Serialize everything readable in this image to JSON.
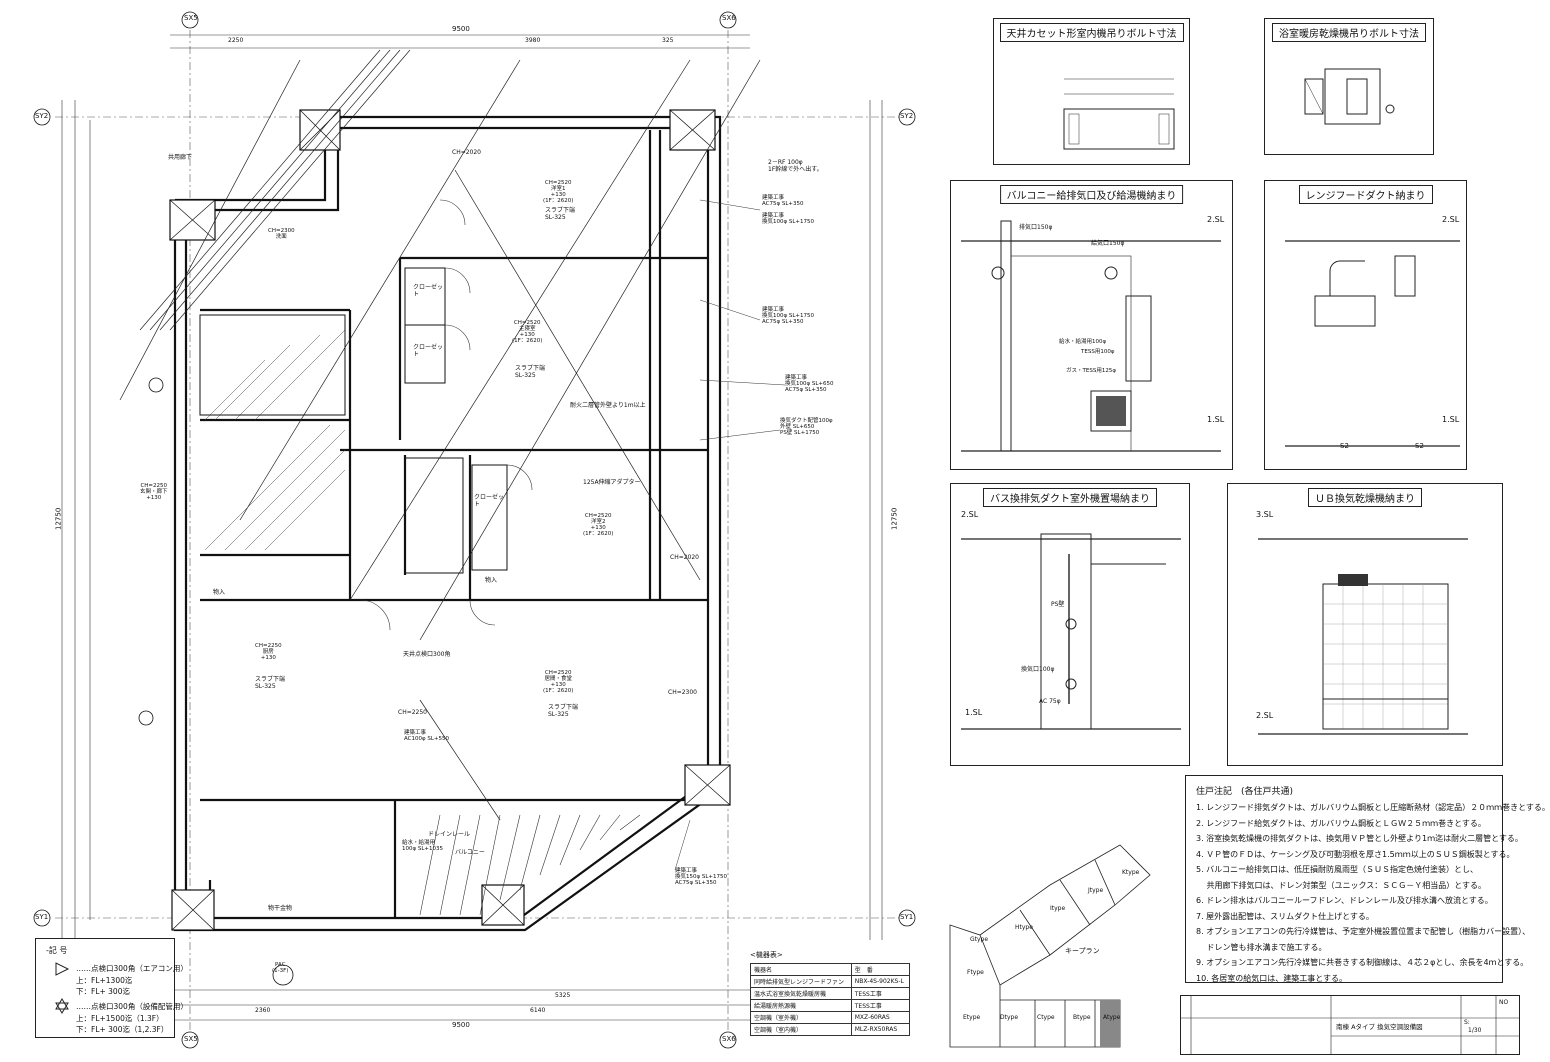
{
  "grid_labels": {
    "sx5": "SX5",
    "sx6": "SX6",
    "sy2": "SY2",
    "sy1": "SY1",
    "sy2r": "SY2",
    "sy1r": "SY1",
    "sx5b": "SX5",
    "sx6b": "SX6"
  },
  "dims": {
    "top_total": "9500",
    "bottom_total": "9500",
    "left_total": "12750",
    "right_total": "12750",
    "top_a": "2250",
    "top_b": "3980",
    "top_c": "325",
    "bottom_a": "6140",
    "bottom_b": "5325",
    "bottom_c": "2360"
  },
  "plan_labels": {
    "common_corridor": "共用廊下",
    "closet1": "クローゼット",
    "closet2": "クローゼット",
    "closet3": "クローゼット",
    "room1": "CH=2520\n洋室1\n+130\n(1F：2620)",
    "room1_slab": "スラブ下端\nSL-325",
    "room2": "CH=2520\n主寝室\n+130\n(1F：2620)",
    "room2_slab": "スラブ下端\nSL-325",
    "room3": "CH=2520\n洋室2\n+130\n(1F：2620)",
    "ldk": "CH=2520\n居間・食堂\n+130\n(1F：2620)",
    "ldk_slab": "スラブ下端\nSL-325",
    "kitchen": "CH=2250\n厨房\n+130",
    "kitchen_slab": "スラブ下端\nSL-325",
    "entry": "CH=2250\n玄関・廊下\n+130",
    "wash": "CH=2300\n洗面",
    "storage_in": "物入",
    "storage_in2": "物入",
    "balcony": "バルコニー",
    "outdoor_unit": "物干金物",
    "ch2020_a": "CH=2020",
    "ch2020_b": "CH=2020",
    "ch2250": "CH=2250",
    "ch2300": "CH=2300",
    "note_2_pipe": "2－RF 100φ\n1F幹線で外へ出す。",
    "note_fire": "耐火二層管外壁より1m以上",
    "note_adapter": "125A伸縮アダプター",
    "note_inspect": "天井点検口300角",
    "note_drain": "ドレインレール",
    "work1": "建築工事\nAC75φ SL+350",
    "work2": "建築工事\n換気100φ SL+1750",
    "work3": "建築工事\n換気100φ SL+1750\nAC75φ SL+350",
    "work4": "建築工事\n換気100φ SL+650\nAC75φ SL+350",
    "work5": "換気ダクト配管100φ\n外壁 SL+650\nPS壁 SL+1750",
    "work6": "建築工事\n換気150φ SL+1750\nAC75φ SL+350",
    "work7": "建築工事\nAC100φ SL+550",
    "supply": "給水・給湯用\n100φ SL+1035"
  },
  "panels": {
    "p1": {
      "title": "天井カセット形室内機吊りボルト寸法"
    },
    "p2": {
      "title": "浴室暖房乾燥機吊りボルト寸法"
    },
    "p3": {
      "title": "バルコニー給排気口及び給湯機納まり",
      "exhaust": "排気口150φ",
      "supply": "給気口150φ",
      "water": "給水・給湯用100φ",
      "tess": "TESS用100φ",
      "gas": "ガス・TESS用125φ",
      "sl_top": "2.SL",
      "sl_bot": "1.SL"
    },
    "p4": {
      "title": "レンジフードダクト納まり",
      "sl_top": "2.SL",
      "sl_bot": "1.SL",
      "s2a": "S2",
      "s2b": "S2"
    },
    "p5": {
      "title": "バス換排気ダクト室外機置場納まり",
      "sl_top": "2.SL",
      "sl_bot": "1.SL",
      "ex": "換気口100φ",
      "ac": "AC 75φ",
      "ps": "PS壁"
    },
    "p6": {
      "title": "ＵＢ換気乾燥機納まり",
      "sl_top": "3.SL",
      "sl_bot": "2.SL"
    }
  },
  "notes": {
    "title": "住戸注記　(各住戸共通)",
    "lines": [
      "1. レンジフード排気ダクトは、ガルバリウム鋼板とし圧縮断熱材（認定品）２０ｍｍ巻きとする。",
      "2. レンジフード給気ダクトは、ガルバリウム鋼板とＬＧＷ２５ｍｍ巻きとする。",
      "3. 浴室換気乾燥機の排気ダクトは、換気用ＶＰ管とし外壁より1ｍ迄は耐火二層管とする。",
      "4. ＶＰ管のＦＤは、ケーシング及び可動羽根を厚さ1.5ｍｍ以上のＳＵＳ鋼板製とする。",
      "5. バルコニー給排気口は、低圧損耐防風雨型（ＳＵＳ指定色焼付塗装）とし、",
      "　  共用廊下排気口は、ドレン対策型（ユニックス：ＳＣＧ－Ｙ相当品）とする。",
      "6. ドレン排水はバルコニールーフドレン、ドレンレール及び排水溝へ放流とする。",
      "7. 屋外露出配管は、スリムダクト仕上げとする。",
      "8. オプションエアコンの先行冷媒管は、予定室外機設置位置まで配管し（樹脂カバー設置）、",
      "　  ドレン管も排水溝まで施工する。",
      "9. オプションエアコン先行冷媒管に共巻きする制御線は、４芯２φとし、余長を4ｍとする。",
      "10. 各居室の給気口は、建築工事とする。"
    ]
  },
  "legend": {
    "title": "-記 号",
    "l1": "……点検口300角（エアコン用）",
    "l2": "上：FL+1300迄",
    "l3": "下：FL+ 300迄",
    "l4": "……点検口300角（設備配管用）",
    "l5": "上：FL+1500迄（1.3F）",
    "l6": "下：FL+ 300迄（1,2.3F）"
  },
  "equipment": {
    "caption": "<機器表>",
    "headers": [
      "機器名",
      "型　番"
    ],
    "rows": [
      [
        "同時給排気型レンジフードファン",
        "NBX-4S-902KS-L"
      ],
      [
        "温水式浴室換気乾燥暖房機",
        "TESS工事"
      ],
      [
        "給湯暖房熱源機",
        "TESS工事"
      ],
      [
        "空調機（室外機）",
        "MXZ-60RAS"
      ],
      [
        "空調機（室内機）",
        "MLZ-RX50RAS"
      ]
    ]
  },
  "keyplan": {
    "title": "キープラン",
    "types": [
      "Etype",
      "Dtype",
      "Ctype",
      "Btype",
      "Atype",
      "Ftype",
      "Gtype",
      "Htype",
      "Itype",
      "Jtype",
      "Ktype"
    ]
  },
  "titleblock": {
    "project": "南棟 Aタイプ 換気空調設備図",
    "scale": "1/30",
    "no_label": "NO",
    "s_label": "S:"
  },
  "pac": {
    "text": "PAC\n(1-3F)"
  }
}
